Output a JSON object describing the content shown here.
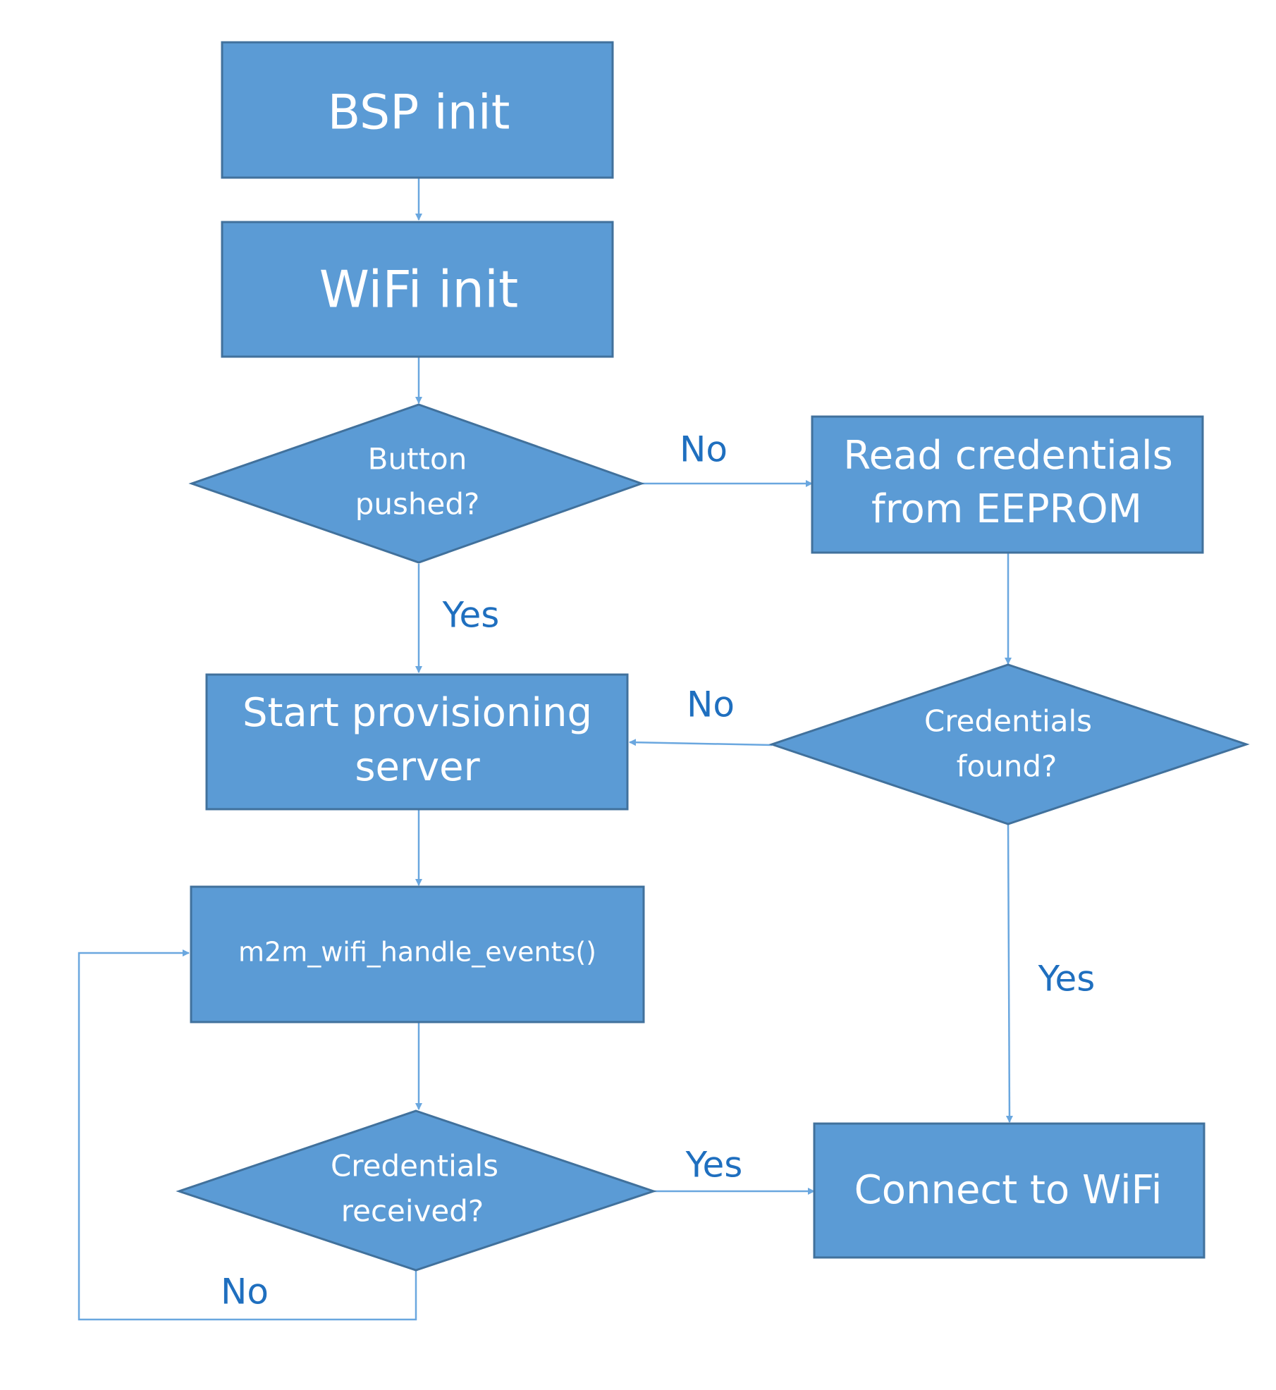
{
  "colors": {
    "node_fill": "#5b9bd5",
    "node_border": "#41719c",
    "node_text": "#ffffff",
    "connector": "#6aa7df",
    "edge_label": "#1f6fbf"
  },
  "nodes": {
    "bsp_init": {
      "label": "BSP init"
    },
    "wifi_init": {
      "label": "WiFi init"
    },
    "button_pushed": {
      "line1": "Button",
      "line2": "pushed?"
    },
    "read_credentials": {
      "line1": "Read credentials",
      "line2": "from EEPROM"
    },
    "start_provisioning": {
      "line1": "Start provisioning",
      "line2": "server"
    },
    "credentials_found": {
      "line1": "Credentials",
      "line2": "found?"
    },
    "handle_events": {
      "label": "m2m_wifi_handle_events()"
    },
    "credentials_received": {
      "line1": "Credentials",
      "line2": "received?"
    },
    "connect_wifi": {
      "label": "Connect to WiFi"
    }
  },
  "edge_labels": {
    "button_no": "No",
    "button_yes": "Yes",
    "found_no": "No",
    "found_yes": "Yes",
    "received_yes": "Yes",
    "received_no": "No"
  }
}
